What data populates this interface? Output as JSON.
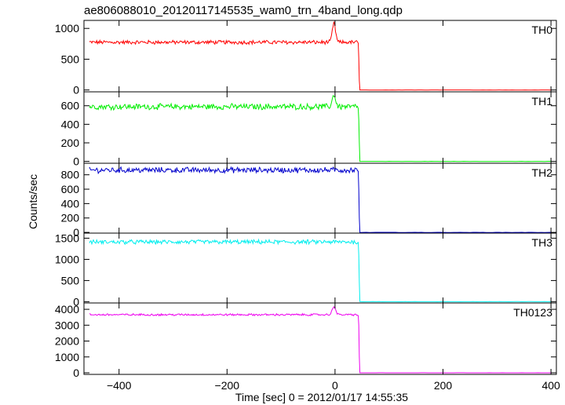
{
  "title": "ae806088010_20120117145535_wam0_trn_4band_long.qdp",
  "chart_data": {
    "type": "line",
    "title": "ae806088010_20120117145535_wam0_trn_4band_long.qdp",
    "xlabel": "Time [sec] 0 = 2012/01/17 14:55:35",
    "ylabel": "Counts/sec",
    "xlim": [
      -465,
      410
    ],
    "x_ticks": [
      -400,
      -200,
      0,
      200,
      400
    ],
    "x_tick_labels": [
      "−400",
      "−200",
      "0",
      "200",
      "400"
    ],
    "grid": false,
    "legend": "none",
    "panels": [
      {
        "name": "TH0",
        "color": "#ff0000",
        "ylim": [
          -30,
          1130
        ],
        "y_ticks": [
          0,
          500,
          1000
        ],
        "y_tick_labels": [
          "0",
          "500",
          "1000"
        ],
        "x_start": -455,
        "x_end": 400,
        "baseline": 775,
        "noise": 28,
        "peak": {
          "x": -2,
          "value": 1080
        },
        "drop_x": 43,
        "drop_from": 760,
        "after_value": 0,
        "drop_shape": [
          [
            43,
            760
          ],
          [
            44,
            520
          ],
          [
            45,
            150
          ],
          [
            46,
            20
          ]
        ]
      },
      {
        "name": "TH1",
        "color": "#00ee00",
        "ylim": [
          -20,
          750
        ],
        "y_ticks": [
          0,
          200,
          400,
          600
        ],
        "y_tick_labels": [
          "0",
          "200",
          "400",
          "600"
        ],
        "x_start": -455,
        "x_end": 400,
        "baseline": 590,
        "noise": 28,
        "peak": {
          "x": -2,
          "value": 720
        },
        "drop_x": 43,
        "drop_from": 570,
        "after_value": 0,
        "drop_shape": [
          [
            43,
            570
          ],
          [
            44,
            450
          ],
          [
            45,
            200
          ],
          [
            46,
            20
          ]
        ]
      },
      {
        "name": "TH2",
        "color": "#0000cc",
        "ylim": [
          -10,
          960
        ],
        "y_ticks": [
          0,
          200,
          400,
          600,
          800
        ],
        "y_tick_labels": [
          "0",
          "200",
          "400",
          "600",
          "800"
        ],
        "x_start": -455,
        "x_end": 400,
        "baseline": 865,
        "noise": 35,
        "peak": null,
        "drop_x": 43,
        "drop_from": 850,
        "after_value": 0,
        "drop_shape": [
          [
            43,
            850
          ],
          [
            44,
            600
          ],
          [
            45,
            200
          ],
          [
            46,
            15
          ]
        ]
      },
      {
        "name": "TH3",
        "color": "#00eeee",
        "ylim": [
          -30,
          1620
        ],
        "y_ticks": [
          0,
          500,
          1000,
          1500
        ],
        "y_tick_labels": [
          "0",
          "500",
          "1000",
          "1500"
        ],
        "x_start": -455,
        "x_end": 400,
        "baseline": 1410,
        "noise": 45,
        "peak": null,
        "drop_x": 43,
        "drop_from": 1400,
        "after_value": 0,
        "drop_shape": [
          [
            43,
            1400
          ],
          [
            44,
            1100
          ],
          [
            45,
            450
          ],
          [
            46,
            20
          ]
        ]
      },
      {
        "name": "TH0123",
        "color": "#ee00ee",
        "ylim": [
          -100,
          4400
        ],
        "y_ticks": [
          0,
          1000,
          2000,
          3000,
          4000
        ],
        "y_tick_labels": [
          "0",
          "1000",
          "2000",
          "3000",
          "4000"
        ],
        "x_start": -455,
        "x_end": 400,
        "baseline": 3660,
        "noise": 55,
        "peak": {
          "x": -2,
          "value": 4200
        },
        "drop_x": 43,
        "drop_from": 3600,
        "after_value": 0,
        "drop_shape": [
          [
            43,
            3600
          ],
          [
            44,
            3000
          ],
          [
            45,
            1000
          ],
          [
            46,
            30
          ]
        ]
      }
    ]
  }
}
